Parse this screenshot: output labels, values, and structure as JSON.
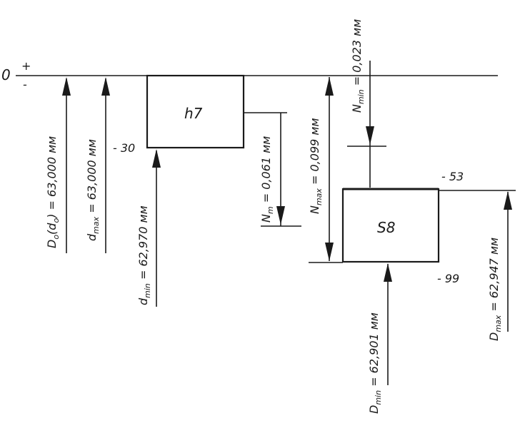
{
  "zero_line": {
    "zero": "0",
    "plus": "+",
    "minus": "-"
  },
  "shaft": {
    "name": "h7",
    "upper": "0",
    "lower": "- 30"
  },
  "hole": {
    "name": "S8",
    "upper": "- 53",
    "lower": "- 99"
  },
  "dimensions": {
    "nominal": {
      "symbol": "D",
      "sub": "o",
      "paren": "(d",
      "paren_sub": "o",
      "close": ")",
      "value": " = 63,000 мм"
    },
    "d_max": {
      "symbol": "d",
      "sub": "max",
      "value": " = 63,000 мм"
    },
    "d_min": {
      "symbol": "d",
      "sub": "min",
      "value": " = 62,970 мм"
    },
    "n_min": {
      "symbol": "N",
      "sub": "min",
      "value": " = 0,023 мм"
    },
    "n_m": {
      "symbol": "N",
      "sub": "m",
      "value": " = 0,061 мм"
    },
    "n_max": {
      "symbol": "N",
      "sub": "max",
      "value": " = 0,099 мм"
    },
    "D_min": {
      "symbol": "D",
      "sub": "min",
      "value": " = 62,901 мм"
    },
    "D_max": {
      "symbol": "D",
      "sub": "max",
      "value": " = 62,947 мм"
    }
  }
}
